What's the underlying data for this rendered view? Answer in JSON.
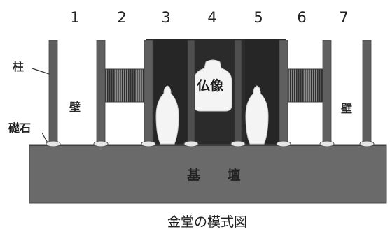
{
  "bay_numbers": [
    "1",
    "2",
    "3",
    "4",
    "5",
    "6",
    "7"
  ],
  "labels": {
    "pillar": "柱",
    "foundation_stone": "礎石",
    "wall_left": "壁",
    "wall_right": "壁",
    "buddha_statue": "仏像",
    "platform": "基 壇"
  },
  "caption": "金堂の模式図",
  "colors": {
    "pillar": "#5f5f5f",
    "platform": "#6a6a6a",
    "inner_sanctum": "#2b2b2b",
    "statue": "#f4f4f4",
    "hatched_wall": "#404040",
    "foundation_stone": "#e6e6e6"
  }
}
